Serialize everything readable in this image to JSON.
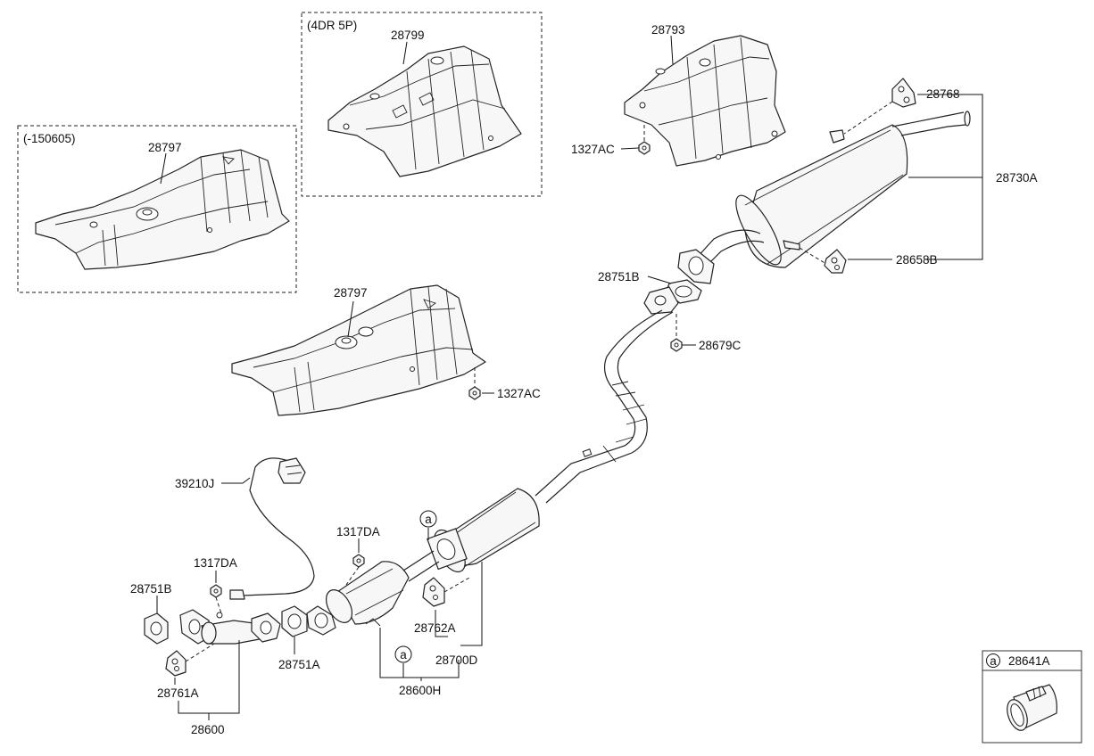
{
  "groups": {
    "variant_150605": "(-150605)",
    "variant_4dr5p": "(4DR 5P)"
  },
  "labels": {
    "p28797_a": "28797",
    "p28799": "28799",
    "p28793": "28793",
    "p28768": "28768",
    "p1327AC_a": "1327AC",
    "p28730A": "28730A",
    "p28658B": "28658B",
    "p28751B_a": "28751B",
    "p28679C": "28679C",
    "p28797_b": "28797",
    "p1327AC_b": "1327AC",
    "p39210J": "39210J",
    "p1317DA_a": "1317DA",
    "p1317DA_b": "1317DA",
    "p28751B_b": "28751B",
    "p28761A": "28761A",
    "p28600": "28600",
    "p28751A": "28751A",
    "p28600H": "28600H",
    "p28762A": "28762A",
    "p28700D": "28700D",
    "callout_a1": "a",
    "callout_a2": "a"
  },
  "inset": {
    "callout": "a",
    "part": "28641A"
  }
}
